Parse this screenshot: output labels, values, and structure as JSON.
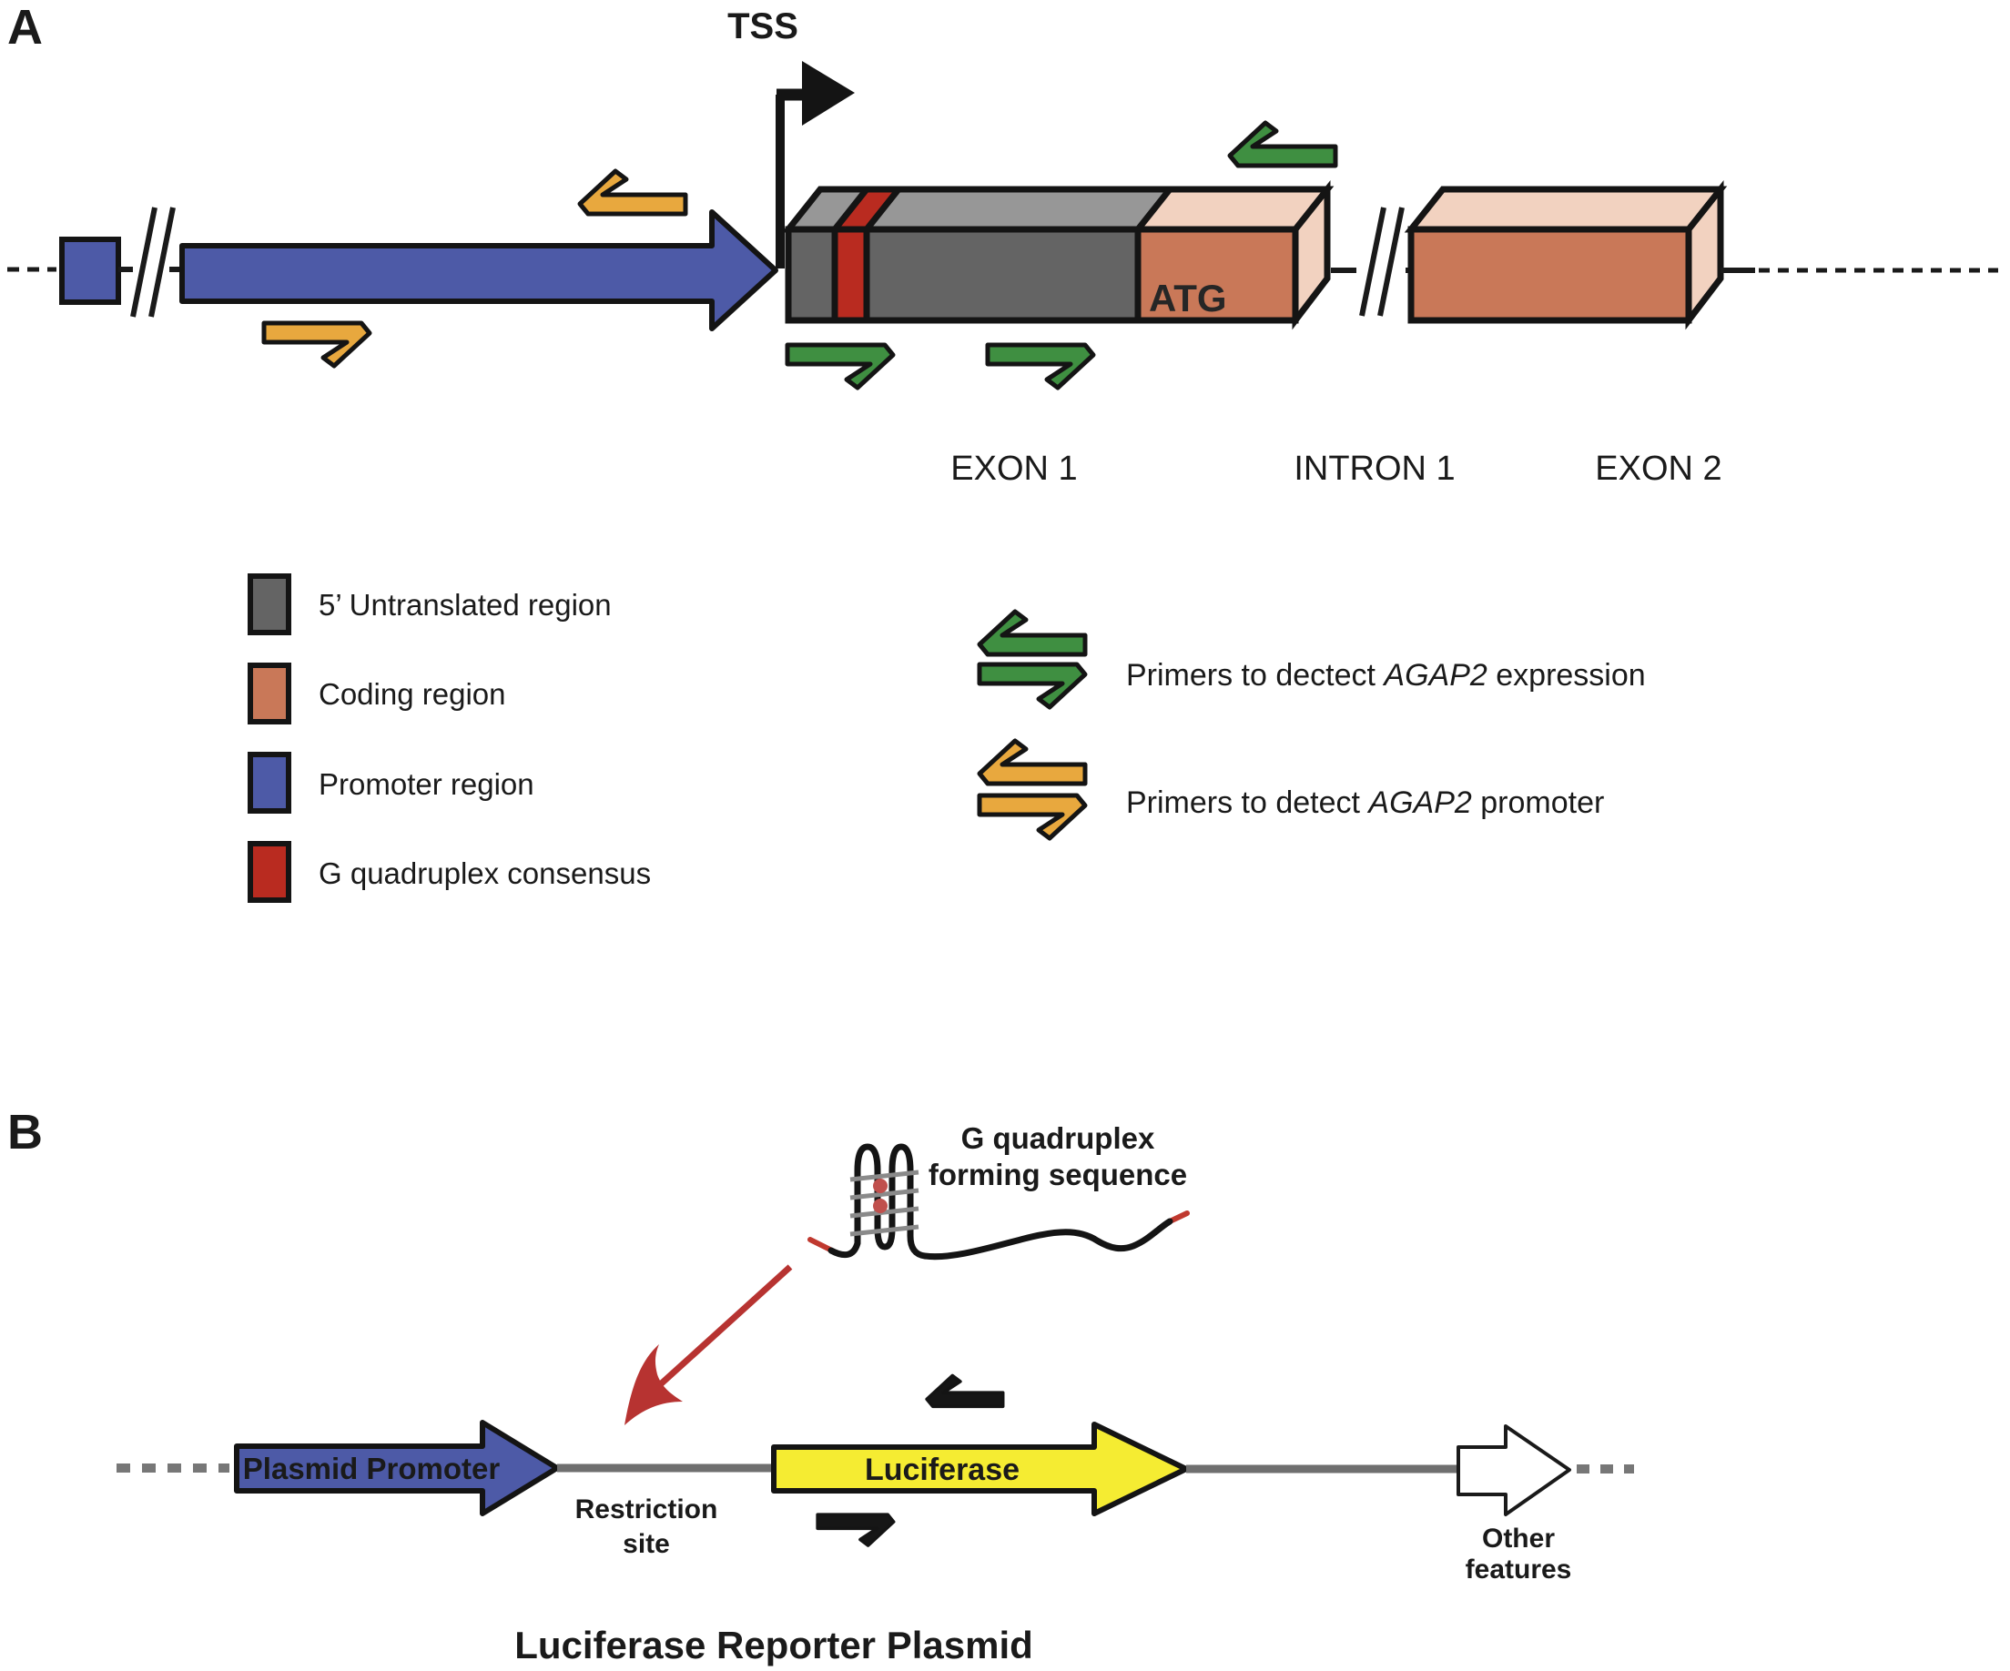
{
  "colors": {
    "promoter_blue": "#4d5aa7",
    "utr_gray": "#646464",
    "utr_gray_top": "#979797",
    "coding_salmon": "#c97858",
    "coding_salmon_top": "#f2d2c0",
    "g4_red": "#b92b20",
    "primer_green": "#3f8f41",
    "primer_orange": "#e8a83e",
    "primer_black": "#161616",
    "luciferase_yellow": "#f5ec32",
    "red_arrow": "#b73331",
    "line_gray": "#6f6f6f"
  },
  "panelA": {
    "label": "A",
    "tss_label": "TSS",
    "atg_label": "ATG",
    "exon1_label": "EXON 1",
    "intron1_label": "INTRON 1",
    "exon2_label": "EXON 2",
    "legend": {
      "items": [
        {
          "label": "5’ Untranslated region"
        },
        {
          "label": "Coding region"
        },
        {
          "label": "Promoter region"
        },
        {
          "label": "G quadruplex consensus"
        }
      ]
    },
    "primer_legend": {
      "expression": {
        "prefix": "Primers to dectect ",
        "gene": "AGAP2",
        "suffix": " expression"
      },
      "promoter": {
        "prefix": "Primers to detect ",
        "gene": "AGAP2",
        "suffix": " promoter"
      }
    }
  },
  "panelB": {
    "label": "B",
    "g4_label": {
      "line1": "G quadruplex",
      "line2": "forming sequence"
    },
    "plasmid_promoter_label": "Plasmid Promoter",
    "restriction_label": {
      "line1": "Restriction",
      "line2": "site"
    },
    "luciferase_label": "Luciferase",
    "other_features_label": {
      "line1": "Other",
      "line2": "features"
    },
    "title": "Luciferase Reporter Plasmid"
  }
}
